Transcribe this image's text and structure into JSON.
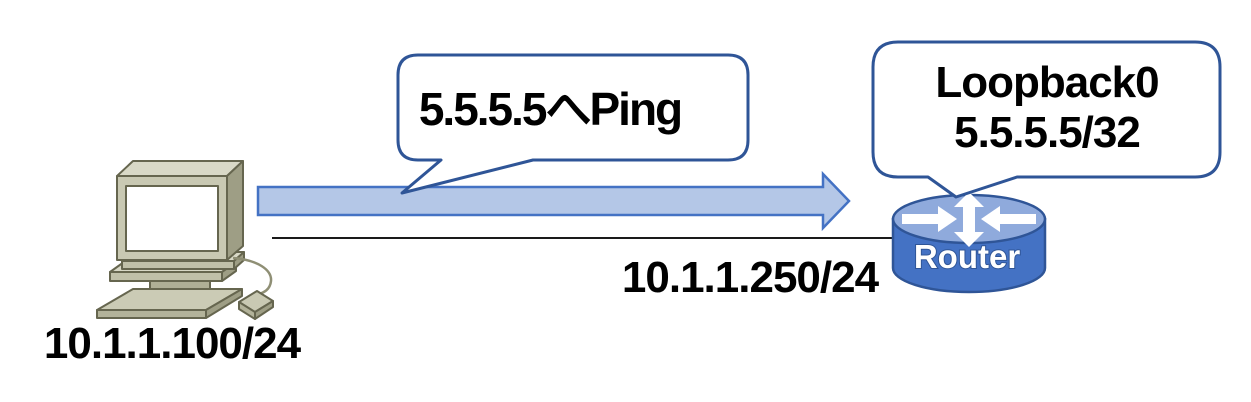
{
  "pc": {
    "ip_label": "10.1.1.100/24",
    "icon": "desktop-computer-icon"
  },
  "link": {
    "router_interface_label": "10.1.1.250/24"
  },
  "router": {
    "name_label": "Router",
    "icon": "cisco-router-icon"
  },
  "callouts": {
    "ping": {
      "text": "5.5.5.5へPing"
    },
    "loopback": {
      "line1": "Loopback0",
      "line2": "5.5.5.5/32"
    }
  },
  "colors": {
    "background": "#FFFFFF",
    "callout_border": "#2F5597",
    "callout_fill": "#FFFFFF",
    "arrow_fill": "#B4C7E7",
    "arrow_border": "#4472C4",
    "router_body": "#4472C4",
    "router_top": "#8FAADC",
    "router_outline": "#2F5597",
    "router_label_text": "#FFFFFF",
    "link_line": "#1A1A1A",
    "label_text": "#000000",
    "pc_body": "#C9C9B3"
  }
}
